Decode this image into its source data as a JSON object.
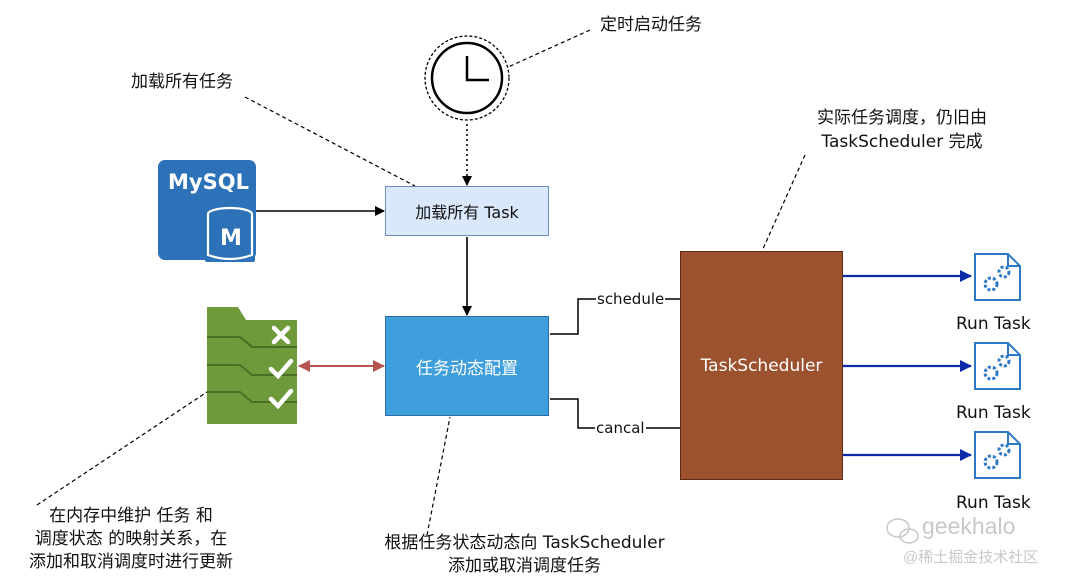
{
  "annotations": {
    "load_all_tasks": "加载所有任务",
    "timer_start": "定时启动任务",
    "actual_scheduling_line1": "实际任务调度，仍旧由",
    "actual_scheduling_line2": "TaskScheduler 完成",
    "memory_line1": "在内存中维护 任务 和",
    "memory_line2": "调度状态 的映射关系，在",
    "memory_line3": "添加和取消调度时进行更新",
    "dynamic_line1": "根据任务状态动态向 TaskScheduler",
    "dynamic_line2": "添加或取消调度任务"
  },
  "nodes": {
    "mysql_logo": "MySQL",
    "mysql_badge": "M",
    "load_task": "加载所有 Task",
    "dynamic_config": "任务动态配置",
    "task_scheduler": "TaskScheduler"
  },
  "edges": {
    "schedule": "schedule",
    "cancal": "cancal"
  },
  "run_tasks": [
    "Run Task",
    "Run Task",
    "Run Task"
  ],
  "watermark": {
    "name": "geekhalo",
    "source": "@稀土掘金技术社区"
  },
  "colors": {
    "mysql_blue": "#2d72b8",
    "load_box_fill": "#dae8fc",
    "config_blue": "#3f9fdc",
    "scheduler_brown": "#9c512f",
    "doc_green": "#6f9a3b",
    "arrow_navy": "#0b2aa8",
    "bidir_red": "#b85450"
  }
}
